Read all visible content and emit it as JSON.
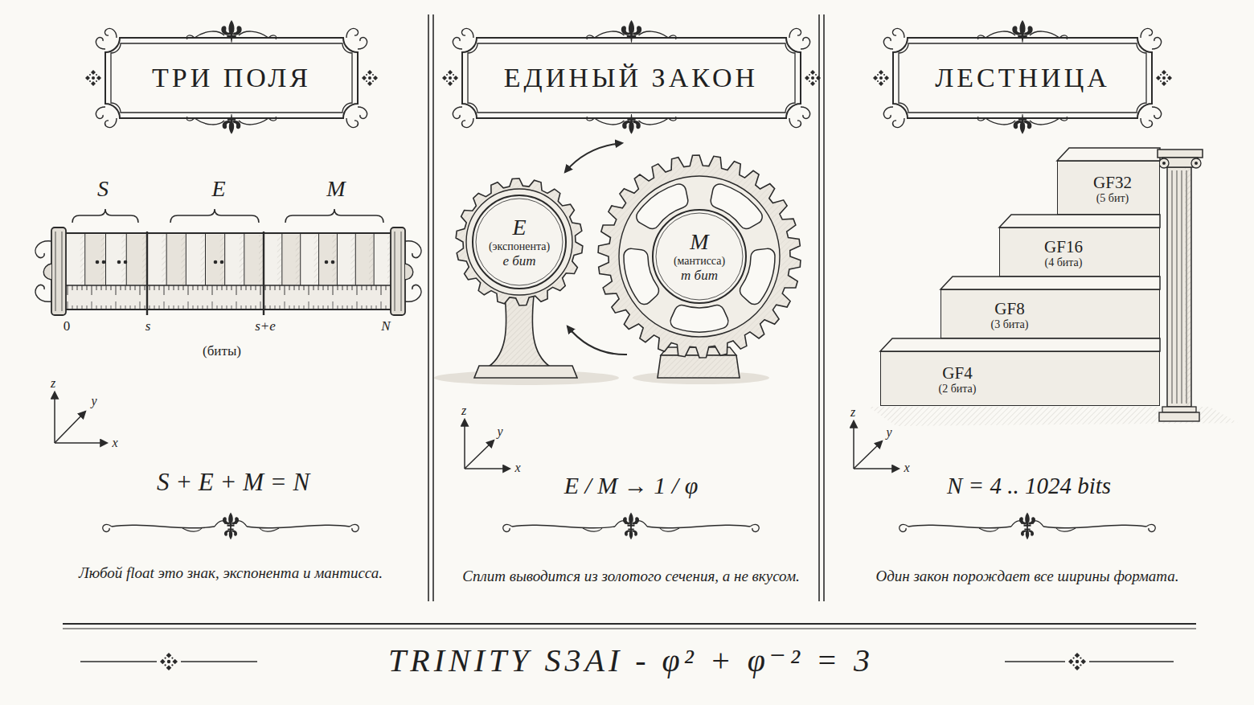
{
  "diagram": {
    "title": "TRINITY S3AI - φ² + φ⁻² = 3",
    "nodes": [
      {
        "text": [
          "ТРИ ПОЛЯ"
        ]
      },
      {
        "text": [
          "ЕДИНЫЙ ЗАКОН"
        ]
      },
      {
        "text": [
          "ЛЕСТНИЦА"
        ]
      },
      {
        "text": [
          "E",
          "(экспонента)",
          "e бит"
        ]
      },
      {
        "text": [
          "M",
          "(мантисса)",
          "m бит"
        ]
      },
      {
        "text": [
          "GF32",
          "(5 бит)"
        ]
      },
      {
        "text": [
          "GF16",
          "(4 бита)"
        ]
      },
      {
        "text": [
          "GF8",
          "(3 бита)"
        ]
      },
      {
        "text": [
          "GF4",
          "(2 бита)"
        ]
      }
    ],
    "labels": [
      "S",
      "E",
      "M",
      "0",
      "s",
      "s+e",
      "N",
      "(биты)",
      "z",
      "y",
      "x",
      "S + E + M = N",
      "Любой float это знак, экспонента и мантисса.",
      "z",
      "y",
      "x",
      "E / M → 1 / φ",
      "Сплит выводится из золотого сечения, а не вкусом.",
      "z",
      "y",
      "x",
      "N = 4 .. 1024 bits",
      "Один закон порождает все ширины формата."
    ]
  }
}
